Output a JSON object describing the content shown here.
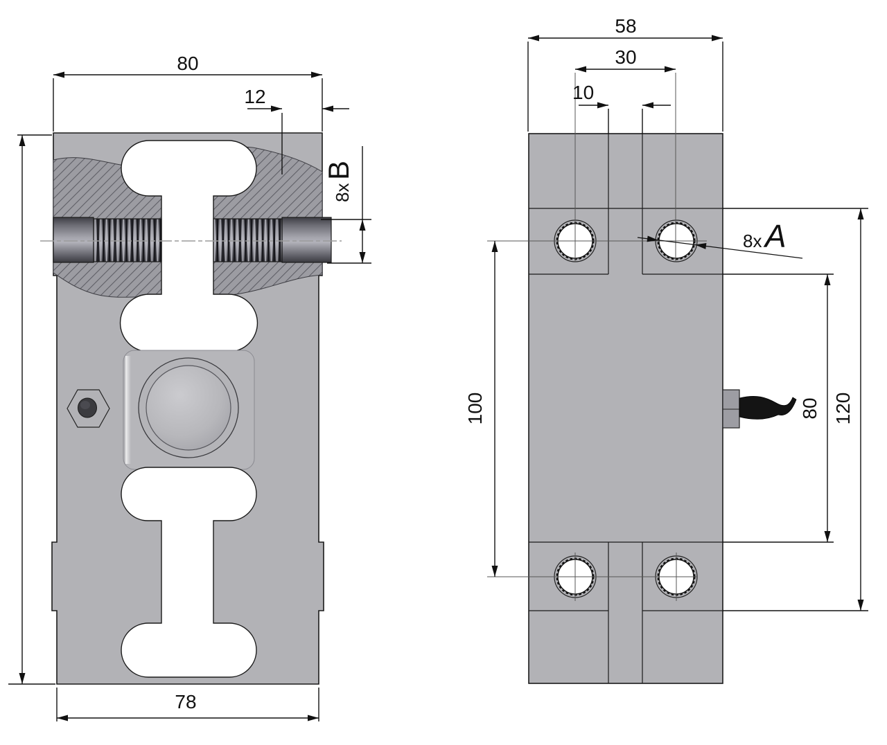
{
  "drawing": {
    "kind": "engineering-drawing",
    "subject": "single-point load cell, two orthographic views with section and thread details",
    "colors": {
      "background": "#ffffff",
      "body": "#b2b2b6",
      "section_fill": "#9c9ca2",
      "hatch_line": "#5f5f66",
      "outline": "#1a1a1a",
      "centerline": "#9b9b9b",
      "cylinder_dark": "#3e3e44",
      "cylinder_light": "#b2b2ba",
      "cable": "#141414",
      "plug_dark": "#3b3b3f"
    },
    "front_view": {
      "dimensions": {
        "width_top": "80",
        "thread_edge_offset": "12",
        "thread_callout_prefix": "8x",
        "thread_callout_letter": "B",
        "width_bottom": "78"
      }
    },
    "side_view": {
      "dimensions": {
        "depth": "58",
        "hole_pitch_horizontal": "30",
        "tongue_width": "10",
        "hole_callout_prefix": "8x",
        "hole_callout_letter": "A",
        "hole_pitch_vertical": "100",
        "recess_spacing": "80",
        "block_outer_spacing": "120"
      }
    }
  }
}
